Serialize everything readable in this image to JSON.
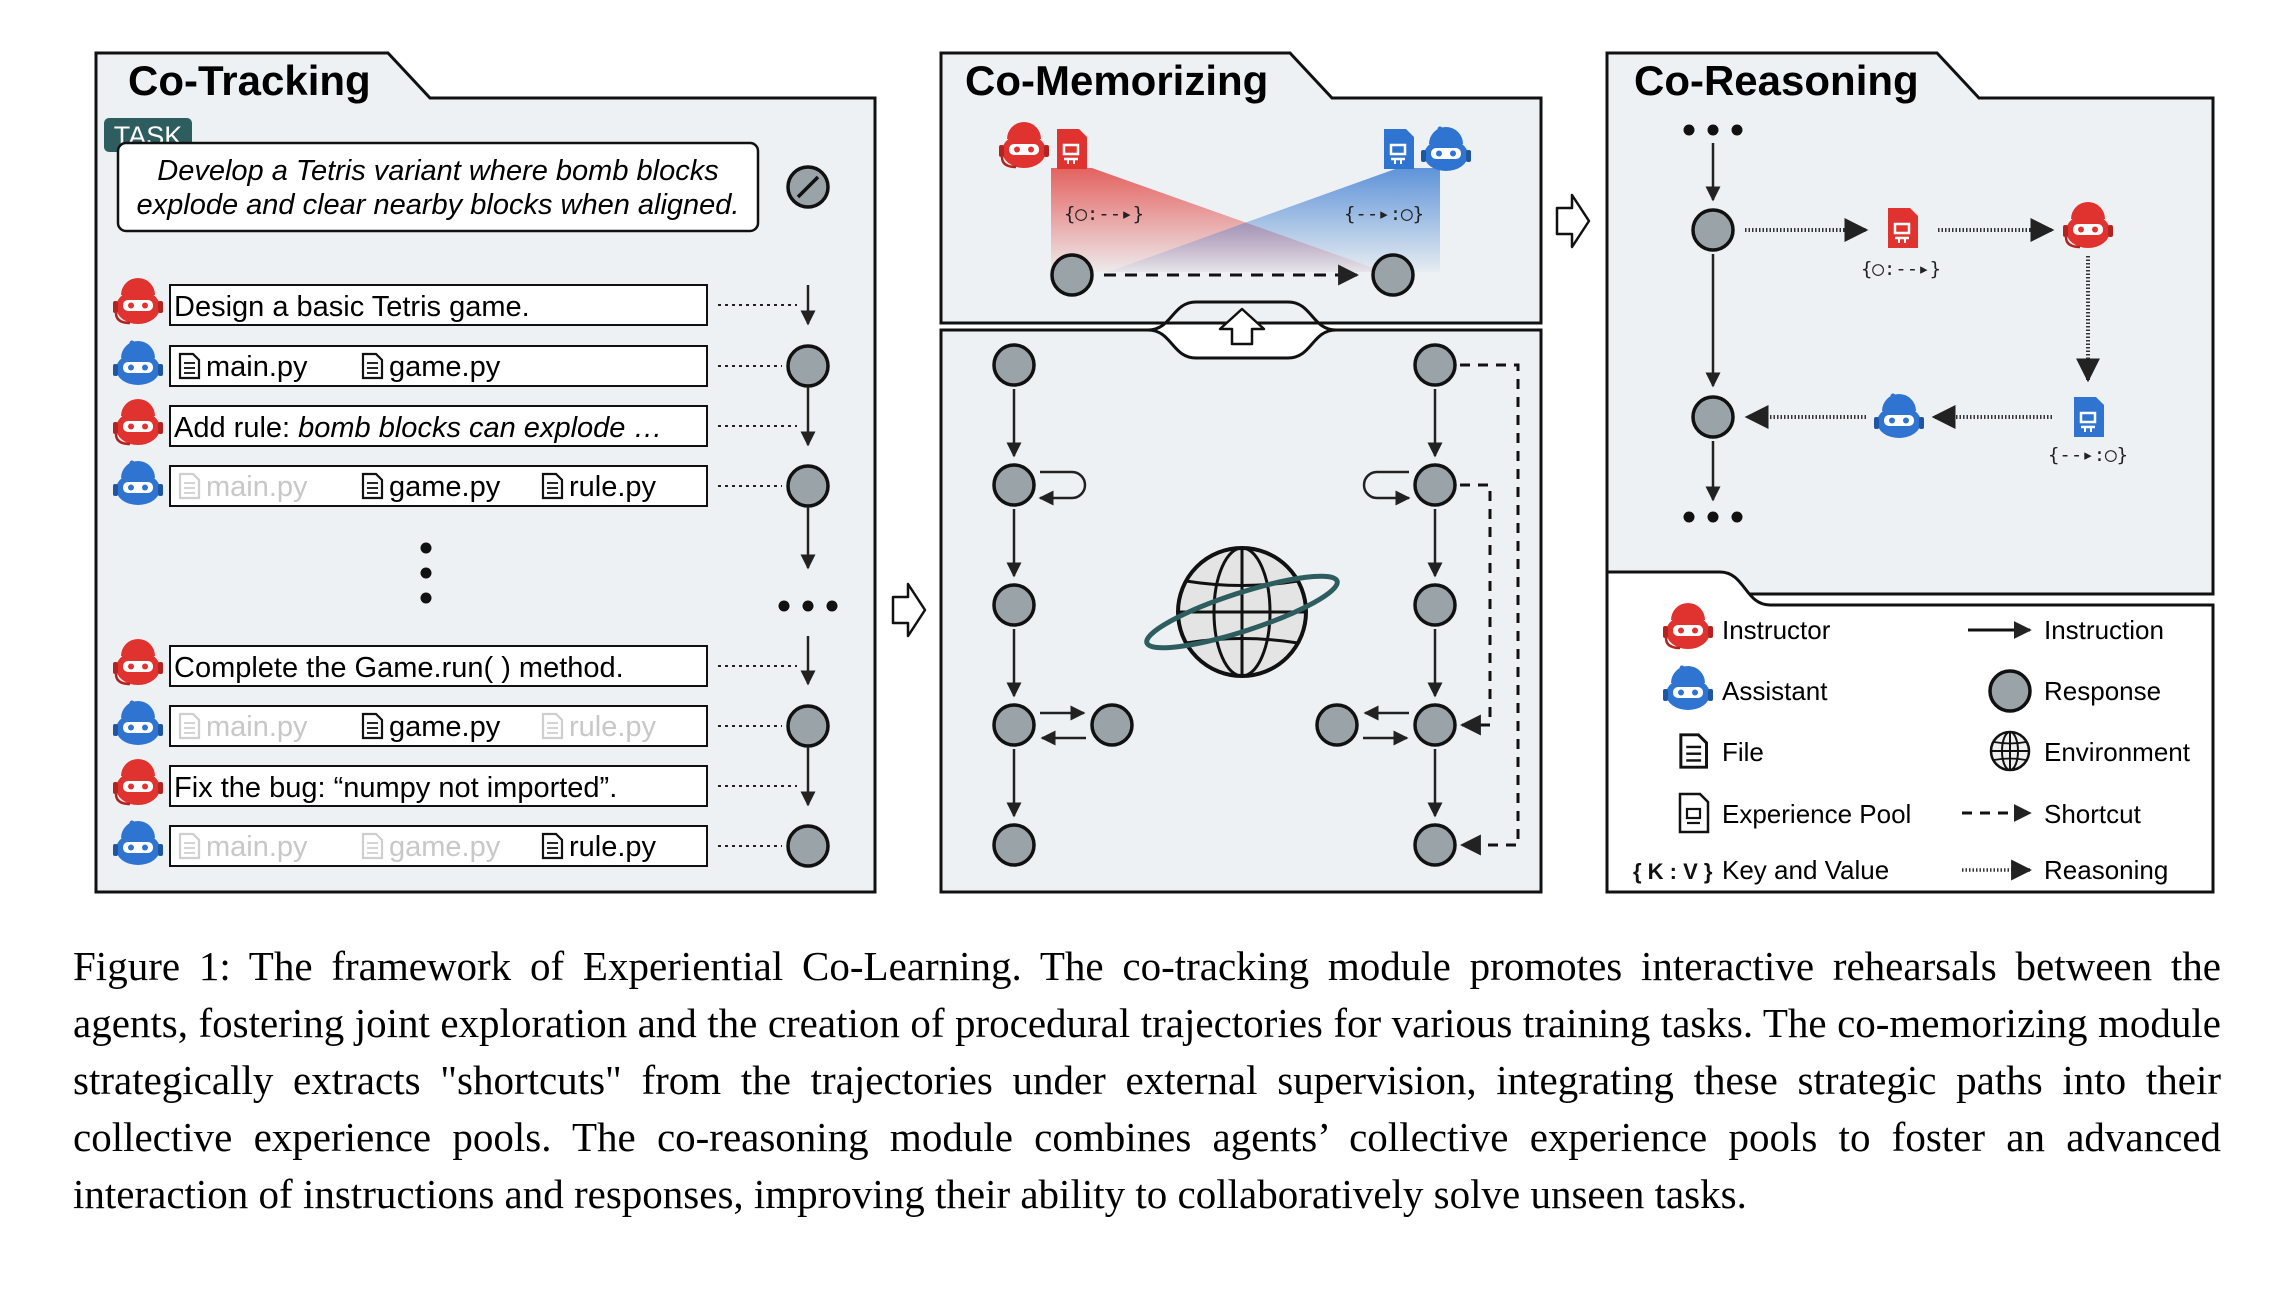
{
  "panels": {
    "tracking": {
      "title": "Co-Tracking"
    },
    "memorizing": {
      "title": "Co-Memorizing"
    },
    "reasoning": {
      "title": "Co-Reasoning"
    }
  },
  "task": {
    "badge": "TASK",
    "line1": "Develop a Tetris variant where bomb blocks",
    "line2": "explode and clear nearby blocks when aligned."
  },
  "trajectory": {
    "inst1": "Design a basic Tetris game.",
    "file_main": "main.py",
    "file_game": "game.py",
    "file_rule": "rule.py",
    "inst2_prefix": "Add rule: ",
    "inst2_ital": "bomb blocks can explode …",
    "inst3": "Complete the Game.run( ) method.",
    "inst4": "Fix the bug: “numpy not imported”."
  },
  "kv_labels": {
    "instructor_kv": "{◯:‐‐▸}",
    "assistant_kv": "{‐‐▸:◯}"
  },
  "legend": {
    "instructor": "Instructor",
    "assistant": "Assistant",
    "file": "File",
    "experience_pool": "Experience Pool",
    "kv_symbol": "{ K : V }",
    "key_value": "Key and Value",
    "instruction": "Instruction",
    "response": "Response",
    "environment": "Environment",
    "shortcut": "Shortcut",
    "reasoning": "Reasoning"
  },
  "colors": {
    "instructor": "#e0332f",
    "assistant": "#2f74d0",
    "node": "#9aa3a8",
    "panel_bg": "#eef1f3",
    "badge": "#2e5d5f"
  },
  "caption": "Figure 1: The framework of Experiential Co-Learning. The co-tracking module promotes interactive rehearsals between the agents, fostering joint exploration and the creation of procedural trajectories for various training tasks. The co-memorizing module strategically extracts \"shortcuts\" from the trajectories under external supervision, integrating these strategic paths into their collective experience pools. The co-reasoning module combines agents’ collective experience pools to foster an advanced interaction of instructions and responses, improving their ability to collaboratively solve unseen tasks."
}
